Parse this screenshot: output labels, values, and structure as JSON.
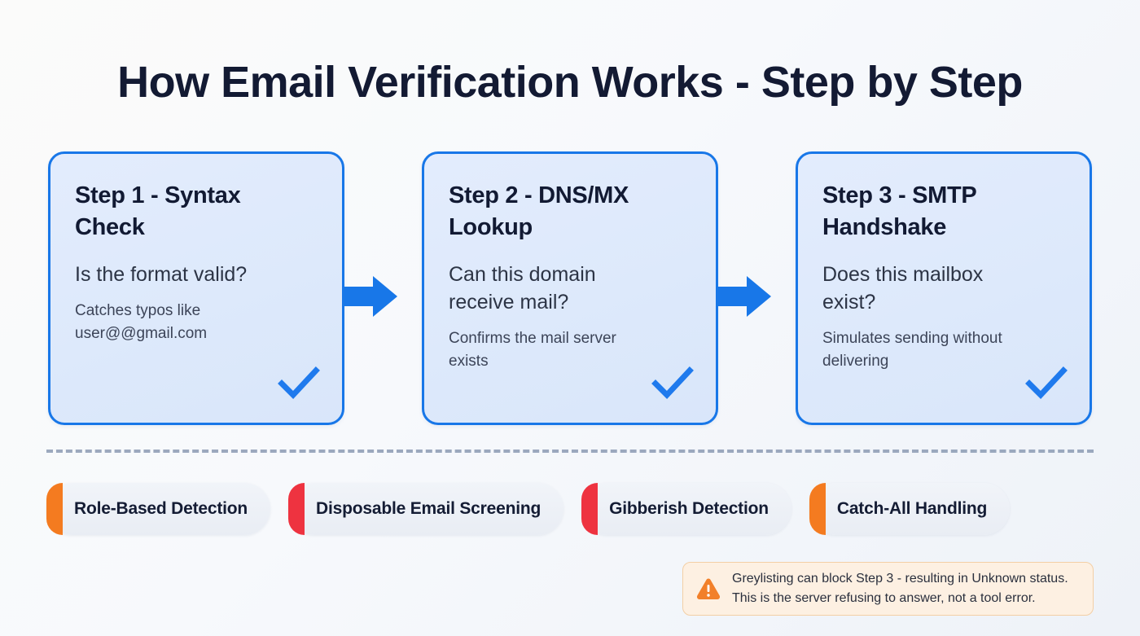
{
  "title": "How Email Verification Works - Step by Step",
  "colors": {
    "card_border": "#1877e8",
    "card_fill": "#dde9fb",
    "arrow": "#1877e8",
    "check": "#1f7aed",
    "title_text": "#131a33",
    "divider": "#8c9bb4",
    "pill_fill": "#eef1f6",
    "accent_orange": "#f47b20",
    "accent_red": "#ee3340",
    "note_bg": "#fdf0e2",
    "note_border": "#f3cfa5",
    "warning_icon": "#f2802a",
    "background": "#f7f9fc"
  },
  "steps": [
    {
      "heading": "Step 1 - Syntax\nCheck",
      "question": "Is the format valid?",
      "detail": "Catches typos like\nuser@@gmail.com",
      "status_icon": "check-icon"
    },
    {
      "heading": "Step 2 - DNS/MX\nLookup",
      "question": "Can this domain\nreceive mail?",
      "detail": "Confirms the mail server\nexists",
      "status_icon": "check-icon"
    },
    {
      "heading": "Step 3 - SMTP\nHandshake",
      "question": "Does this mailbox\nexist?",
      "detail": "Simulates sending without\ndelivering",
      "status_icon": "check-icon"
    }
  ],
  "connectors": [
    {
      "icon": "arrow-right-icon"
    },
    {
      "icon": "arrow-right-icon"
    }
  ],
  "pills": [
    {
      "label": "Role-Based Detection",
      "accent": "#f47b20"
    },
    {
      "label": "Disposable Email Screening",
      "accent": "#ee3340"
    },
    {
      "label": "Gibberish Detection",
      "accent": "#ee3340"
    },
    {
      "label": "Catch-All Handling",
      "accent": "#f47b20"
    }
  ],
  "note": {
    "icon": "warning-triangle-icon",
    "text": "Greylisting can block Step 3 - resulting in Unknown status.\nThis is the server refusing to answer, not a tool error."
  }
}
